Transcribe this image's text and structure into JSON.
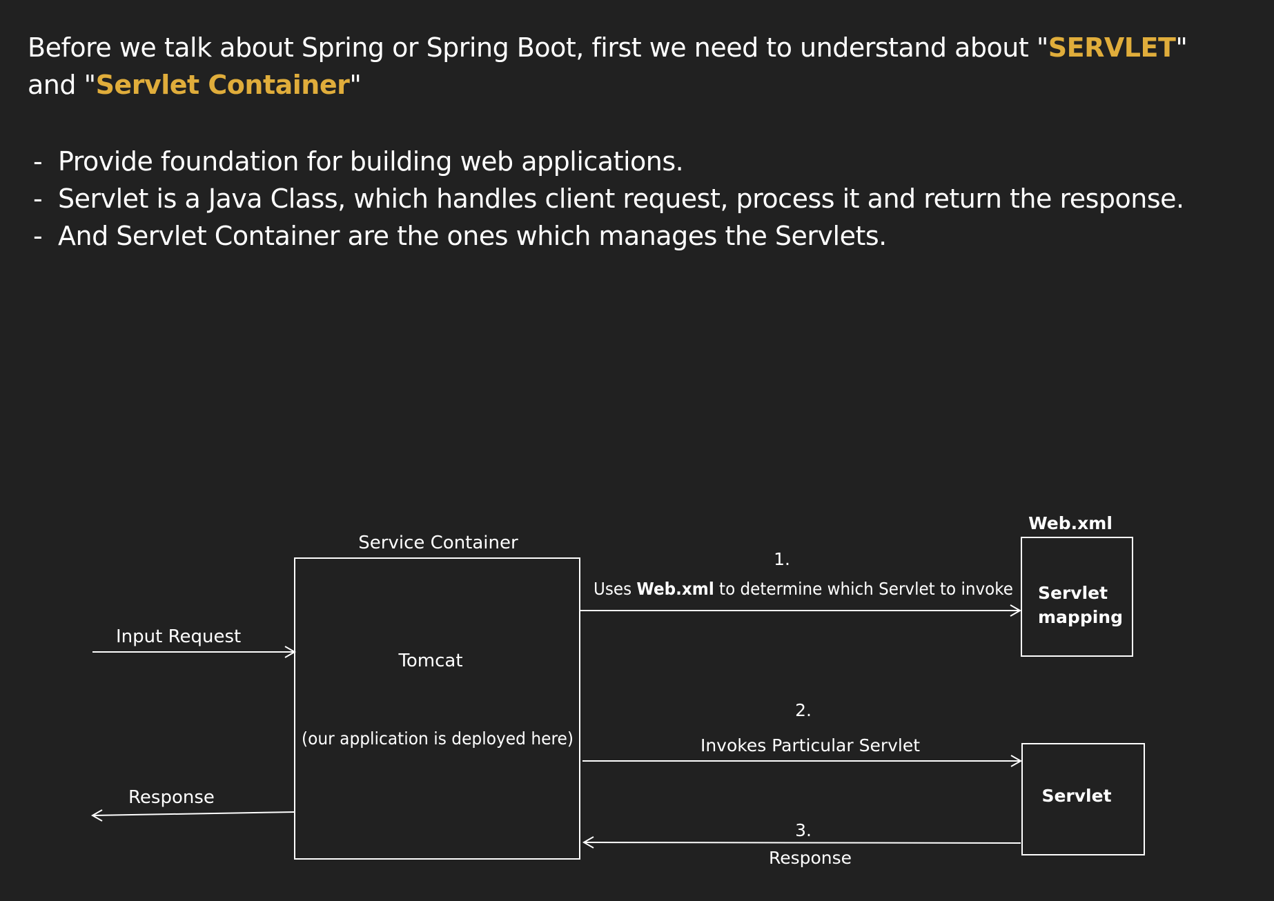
{
  "intro": {
    "part1": "Before we talk about Spring or Spring Boot, first we need to understand about \"",
    "servlet_highlight": "SERVLET",
    "part2": "\" and \"",
    "container_highlight": "Servlet Container",
    "part3": "\""
  },
  "bullets": [
    {
      "marker": "-",
      "text": "Provide foundation for building web applications."
    },
    {
      "marker": "-",
      "text": "Servlet is a Java Class, which handles client request, process it and return the response."
    },
    {
      "marker": "-",
      "text": "And Servlet Container are the ones which manages the Servlets."
    }
  ],
  "colors": {
    "background": "#212121",
    "text": "#ffffff",
    "highlight": "#e0ad3b"
  },
  "diagram": {
    "input_request": "Input Request",
    "response_out": "Response",
    "container": {
      "title": "Service Container",
      "name": "Tomcat",
      "note": "(our application is deployed here)"
    },
    "step1": {
      "number": "1.",
      "text_before": "Uses ",
      "text_bold": "Web.xml",
      "text_after": " to determine which Servlet to invoke"
    },
    "webxml": {
      "title": "Web.xml",
      "line1": "Servlet",
      "line2": "mapping"
    },
    "step2": {
      "number": "2.",
      "text": "Invokes Particular Servlet"
    },
    "servlet_box": {
      "label": "Servlet"
    },
    "step3": {
      "number": "3.",
      "text": "Response"
    }
  }
}
